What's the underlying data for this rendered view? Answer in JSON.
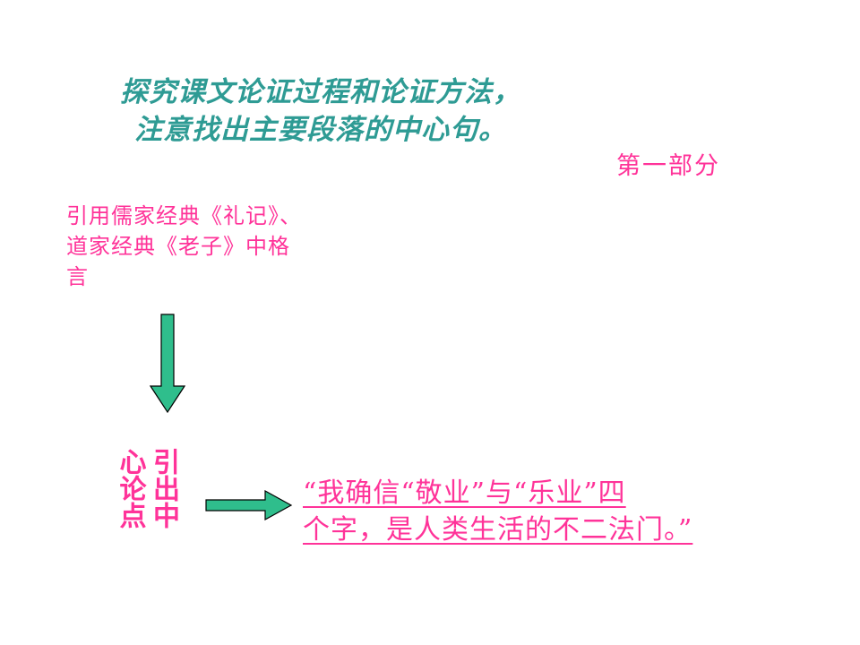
{
  "slide": {
    "title": {
      "lines": [
        "探究课文论证过程和论证方法，",
        "注意找出主要段落的中心句。"
      ],
      "color": "#2e9b94"
    },
    "section_label": {
      "text": "第一部分",
      "color": "#ff3399"
    },
    "quote_source": {
      "lines": [
        "引用儒家经典《礼记》、",
        "道家经典《老子》中格",
        "言"
      ],
      "color": "#ff3399"
    },
    "vertical_label": {
      "text": "引出中心论点",
      "columns": [
        "引出中",
        "心论点"
      ],
      "color": "#ff3399"
    },
    "conclusion": {
      "lines": [
        "“我确信“敬业”与“乐业”四",
        "个字，是人类生活的不二法门。”"
      ],
      "underlined": true,
      "color": "#ff3399"
    },
    "arrow_color": "#2fbe8c"
  }
}
